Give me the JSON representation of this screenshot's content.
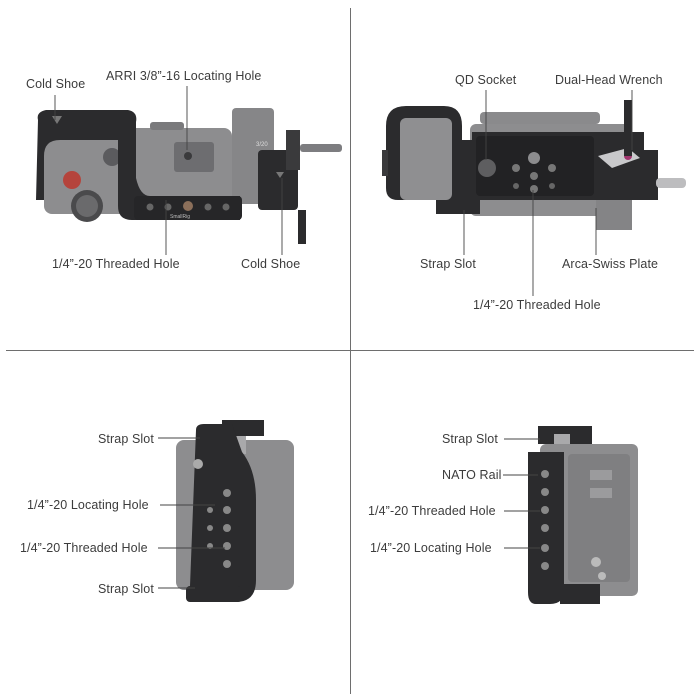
{
  "colors": {
    "cage_black": "#2b2b2d",
    "camera_gray": "#8d8d8f",
    "camera_dark": "#5b5b5e",
    "red_button": "#b5443c",
    "divider": "#6e6e6e"
  },
  "labels": {
    "top_left": {
      "cold_shoe_left": "Cold Shoe",
      "arri_hole": "ARRI 3/8”-16 Locating Hole",
      "threaded_hole": "1/4”-20 Threaded Hole",
      "cold_shoe_right": "Cold Shoe"
    },
    "top_right": {
      "qd_socket": "QD Socket",
      "wrench": "Dual-Head Wrench",
      "strap_slot": "Strap Slot",
      "arca_plate": "Arca-Swiss Plate",
      "threaded_hole": "1/4”-20 Threaded Hole"
    },
    "bottom_left": {
      "strap_slot_top": "Strap Slot",
      "locating_hole": "1/4”-20 Locating Hole",
      "threaded_hole": "1/4”-20 Threaded Hole",
      "strap_slot_bottom": "Strap Slot"
    },
    "bottom_right": {
      "strap_slot": "Strap Slot",
      "nato_rail": "NATO Rail",
      "threaded_hole": "1/4”-20 Threaded Hole",
      "locating_hole": "1/4”-20 Locating Hole"
    }
  },
  "product_markings": {
    "brand": "SmallRig",
    "model": "3/20"
  }
}
